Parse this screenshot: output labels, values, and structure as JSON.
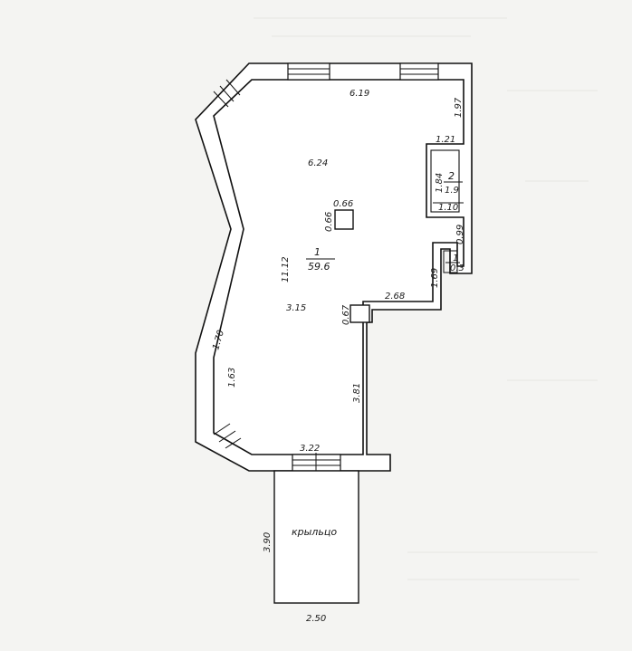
{
  "rooms": [
    {
      "number": "1",
      "area": "59.6"
    },
    {
      "number": "2",
      "area": "1.9"
    }
  ],
  "dimensions": {
    "top_width": "6.19",
    "inner_width": "6.24",
    "right_upper": "1.97",
    "closet_top": "1.21",
    "closet_side": "1.84",
    "closet_bottom": "1.10",
    "column_size": "0.66",
    "column_side": "0.66",
    "height": "11.12",
    "small_side": "0.99",
    "small_bottom": "0.3",
    "small_value": "1",
    "right_lower": "1.69",
    "step_width": "2.68",
    "left_width": "3.15",
    "pillar_side": "0.67",
    "diag_upper": "1.70",
    "diag_lower": "1.63",
    "passage": "3.81",
    "bottom_width": "3.22",
    "porch_depth": "3.90",
    "porch_width": "2.50"
  },
  "porch": {
    "label": "крыльцо"
  }
}
